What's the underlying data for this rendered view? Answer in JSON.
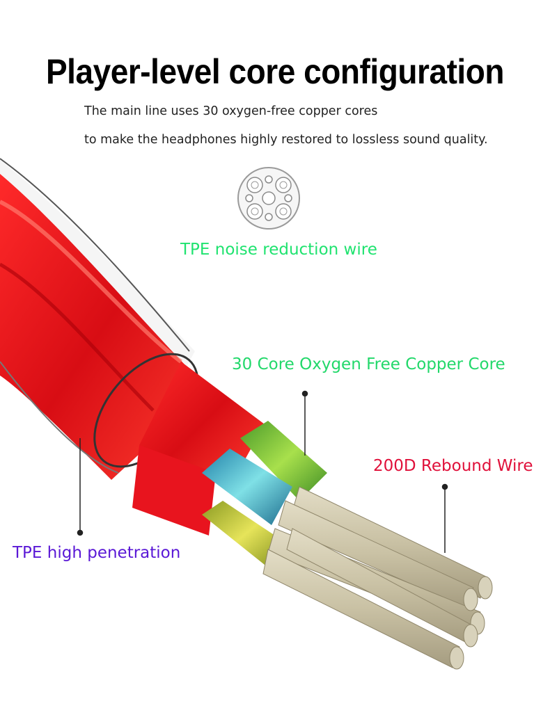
{
  "title": "Player-level core configuration",
  "subtitle_lines": [
    "The main line uses 30 oxygen-free copper cores",
    "to make the headphones highly restored to lossless sound quality."
  ],
  "labels": {
    "tpe_noise": "TPE noise reduction wire",
    "copper_core": "30 Core Oxygen Free Copper Core",
    "rebound": "200D Rebound Wire",
    "tpe_high": "TPE high penetration"
  },
  "colors": {
    "tpe_noise": "#1fe36f",
    "copper_core": "#22d86a",
    "rebound": "#e0103a",
    "tpe_high": "#5a18d6",
    "cable_red": "#e8141e",
    "fiber": "#cfc8ae"
  }
}
